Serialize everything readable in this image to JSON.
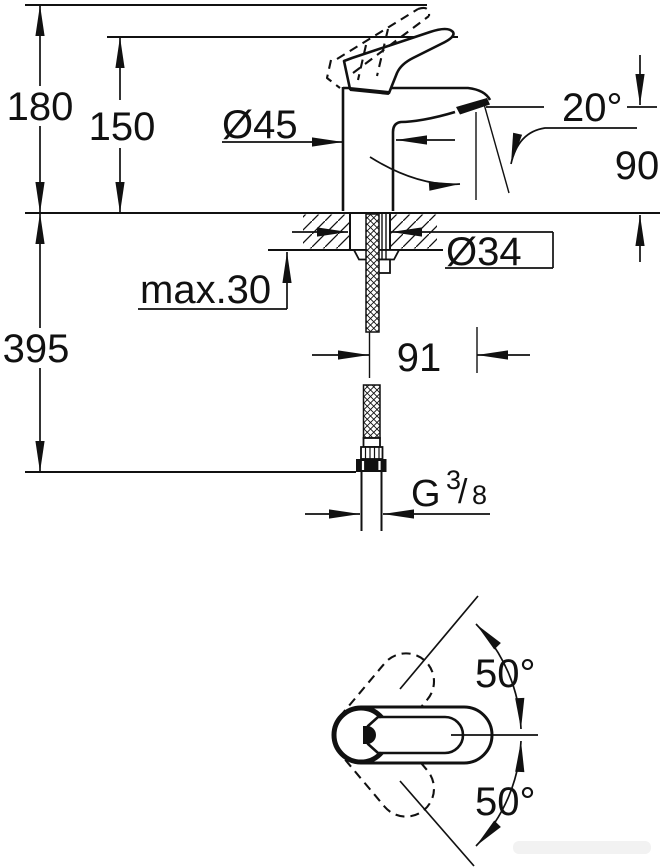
{
  "drawing": {
    "title_hint": "faucet-dimension-drawing",
    "colors": {
      "ink": "#111111",
      "paper": "#ffffff",
      "watermark": "#f2f2f2"
    },
    "dimensions": {
      "total_height": "180",
      "body_height": "150",
      "body_diameter": "Ø45",
      "stream_angle": "20°",
      "spout_height": "90",
      "shank_diameter": "Ø34",
      "max_counter_thickness": "max.30",
      "below_counter_length": "395",
      "spout_reach": "91",
      "swivel_angle_top": "50°",
      "swivel_angle_bottom": "50°"
    },
    "thread": {
      "letter": "G",
      "numerator": "3",
      "slash": "/",
      "denominator": "8"
    }
  }
}
